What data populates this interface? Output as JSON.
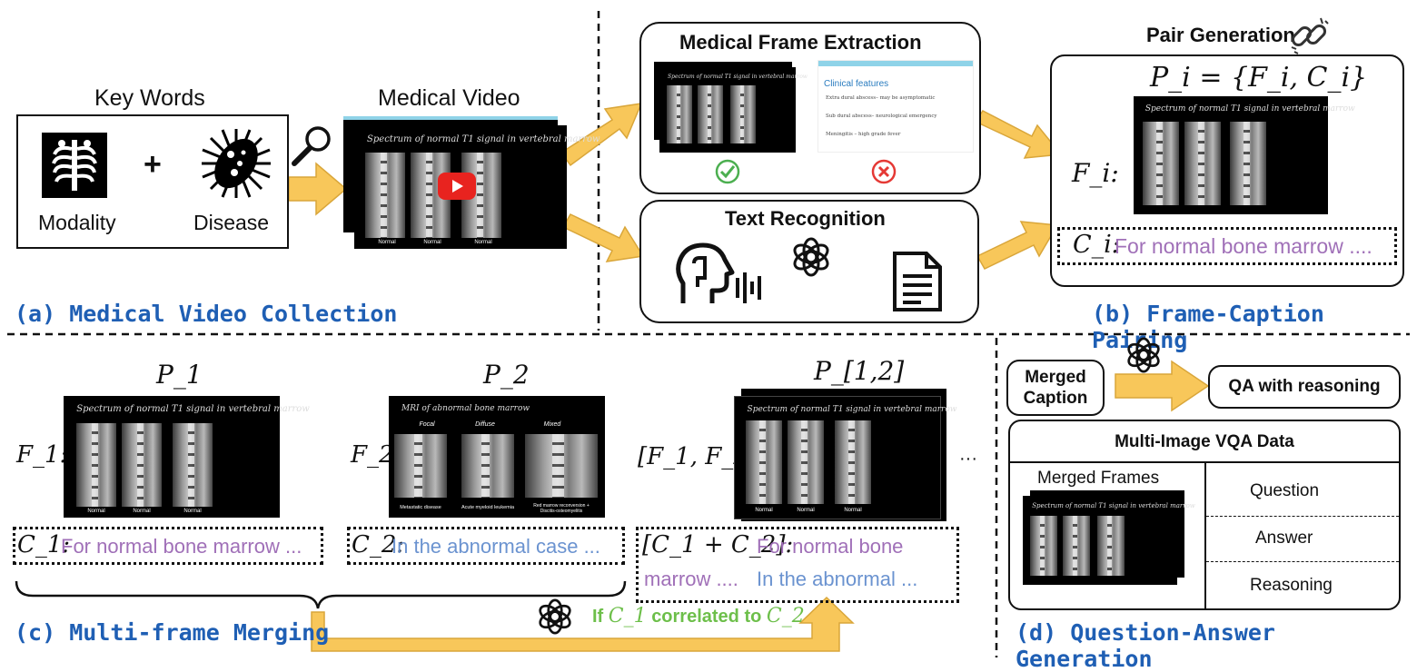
{
  "colors": {
    "arrow_fill": "#f8c75a",
    "arrow_stroke": "#d9a63a",
    "section_title": "#1f5fb4",
    "caption_purple": "#a070b8",
    "caption_blue": "#6b93d0",
    "condition_green": "#6dbf4a",
    "youtube_red": "#e8231f"
  },
  "icons": [
    "xray-icon",
    "bacteria-icon",
    "magnifier-icon",
    "youtube-play-icon",
    "check-icon",
    "cross-icon",
    "link-icon",
    "openai-icon",
    "speaking-head-icon",
    "document-icon"
  ],
  "a": {
    "keywords_title": "Key Words",
    "plus": "+",
    "modality": "Modality",
    "disease": "Disease",
    "video_title": "Medical Video",
    "section": "(a) Medical Video Collection"
  },
  "b": {
    "extraction_title": "Medical Frame Extraction",
    "recognition_title": "Text Recognition",
    "pair_title": "Pair Generation",
    "pi_formula": "P_i = {F_i, C_i}",
    "fi_label": "F_i:",
    "ci_label": "C_i:",
    "ci_text": "For normal bone marrow ....",
    "section": "(b) Frame-Caption Pairing"
  },
  "frames": {
    "t1_title": "Spectrum of normal T1 signal in vertebral marrow",
    "normal": "Normal",
    "abnormal_title": "MRI of abnormal bone marrow",
    "focal": "Focal",
    "diffuse": "Diffuse",
    "mixed": "Mixed",
    "metastatic": "Metastatic disease",
    "leukemia": "Acute myeloid leukemia",
    "reconversion": "Red marrow reconversion + Discitis-osteomyelitis"
  },
  "slide": {
    "title": "Clinical features",
    "bullets": [
      "Extra dural abscess– may be asymptomatic",
      "Sub dural abscess– neurological emergency",
      "Meningitis – high grade fever"
    ]
  },
  "c": {
    "p1": "P_1",
    "p2": "P_2",
    "p12": "P_[1,2]",
    "f1": "F_1:",
    "f2": "F_2:",
    "f12": "[F_1, F_2]:",
    "c1_label": "C_1:",
    "c1_text": "For normal bone marrow ...",
    "c2_label": "C_2:",
    "c2_text": "In the abnormal case ...",
    "c12_label": "[C_1 + C_2]:",
    "c12_text_1": "For normal bone",
    "c12_text_2": "marrow ....",
    "c12_text_3": "In the abnormal ...",
    "ellipsis": "···",
    "condition_if": "If",
    "condition_c1": "C_1",
    "condition_mid": "correlated to",
    "condition_c2": "C_2",
    "section": "(c) Multi-frame Merging"
  },
  "d": {
    "merged_caption": "Merged Caption",
    "qa_reasoning": "QA with reasoning",
    "vqa_title": "Multi-Image VQA Data",
    "merged_frames": "Merged Frames",
    "question": "Question",
    "answer": "Answer",
    "reasoning": "Reasoning",
    "section": "(d) Question-Answer Generation"
  }
}
